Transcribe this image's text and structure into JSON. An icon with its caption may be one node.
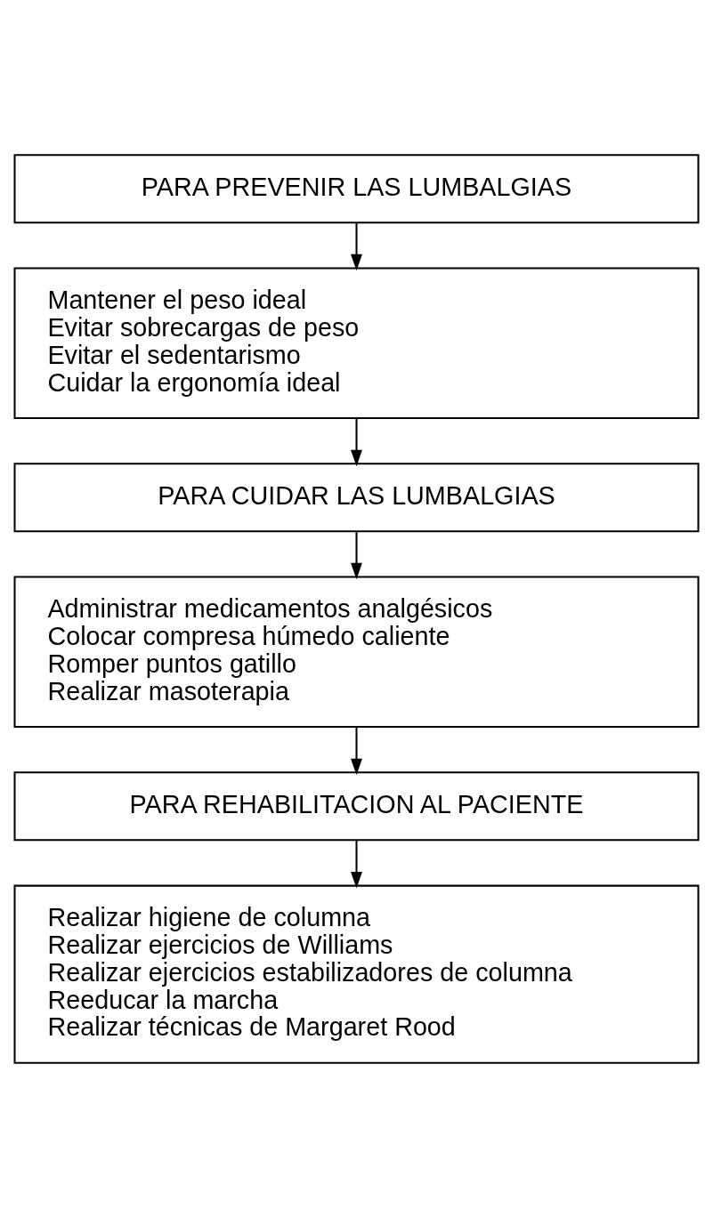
{
  "diagram": {
    "nodes": [
      {
        "text": [
          "PARA PREVENIR LAS LUMBALGIAS"
        ]
      },
      {
        "text": [
          "Mantener el peso ideal",
          "Evitar sobrecargas de peso",
          "Evitar el sedentarismo",
          "Cuidar la ergonomía ideal"
        ]
      },
      {
        "text": [
          "PARA CUIDAR LAS LUMBALGIAS"
        ]
      },
      {
        "text": [
          "Administrar medicamentos analgésicos",
          "Colocar compresa húmedo caliente",
          "Romper puntos gatillo",
          "Realizar masoterapia"
        ]
      },
      {
        "text": [
          "PARA REHABILITACION AL PACIENTE"
        ]
      },
      {
        "text": [
          "Realizar higiene de columna",
          "Realizar ejercicios de Williams",
          "Realizar ejercicios estabilizadores de columna",
          "Reeducar la marcha",
          "Realizar técnicas de Margaret Rood"
        ]
      }
    ],
    "edges": [
      {
        "from": 0,
        "to": 1,
        "arrow": "to"
      },
      {
        "from": 1,
        "to": 2,
        "arrow": "to"
      },
      {
        "from": 2,
        "to": 3,
        "arrow": "to"
      },
      {
        "from": 3,
        "to": 4,
        "arrow": "to"
      },
      {
        "from": 4,
        "to": 5,
        "arrow": "to"
      }
    ]
  }
}
